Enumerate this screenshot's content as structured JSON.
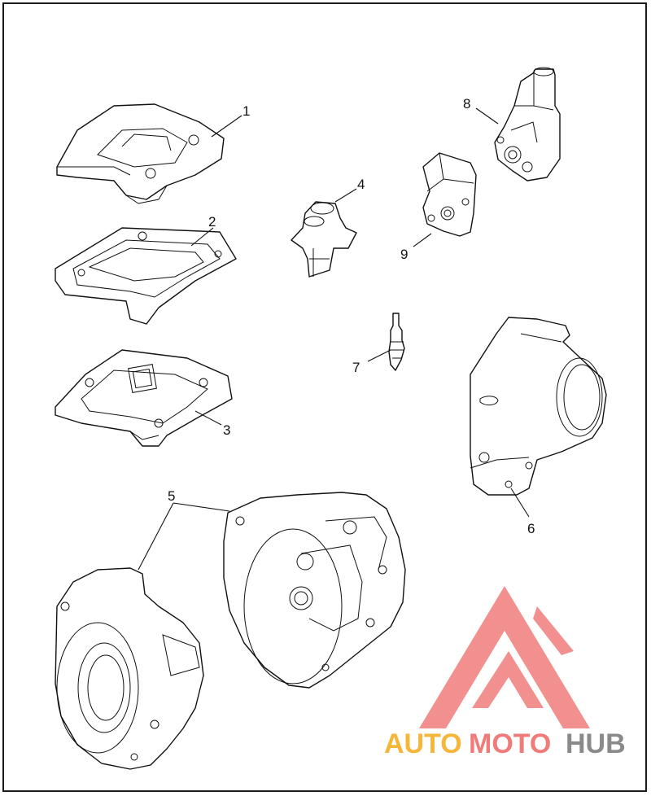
{
  "callouts": {
    "c1": "1",
    "c2": "2",
    "c3": "3",
    "c4": "4",
    "c5": "5",
    "c6": "6",
    "c7": "7",
    "c8": "8",
    "c9": "9"
  },
  "watermark": {
    "part1": "AUTO",
    "part2": "MOTO",
    "part3": "HUB",
    "color_orange": "#f6b63a",
    "color_red": "#f07b7b",
    "color_gray": "#8a8a8a"
  }
}
